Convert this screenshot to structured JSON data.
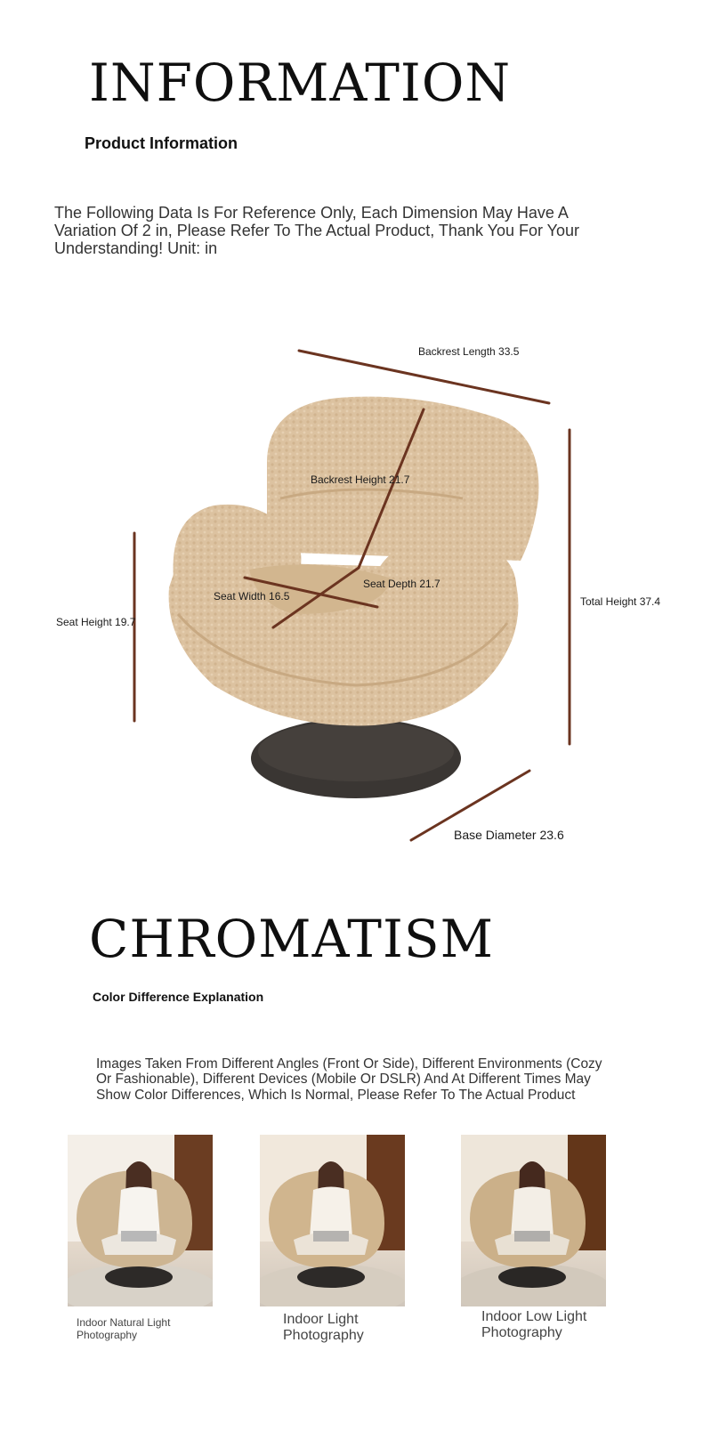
{
  "information": {
    "title": "INFORMATION",
    "subtitle": "Product Information",
    "paragraph": "The Following Data Is For Reference Only, Each Dimension May Have A Variation Of 2 in, Please Refer To The Actual Product, Thank You For Your Understanding! Unit: in"
  },
  "dimensions": {
    "backrest_length": "Backrest Length 33.5",
    "backrest_height": "Backrest Height 21.7",
    "seat_height": "Seat Height 19.7",
    "seat_width": "Seat Width 16.5",
    "seat_depth": "Seat Depth 21.7",
    "total_height": "Total Height 37.4",
    "base_diameter": "Base Diameter 23.6"
  },
  "chromatism": {
    "title": "CHROMATISM",
    "subtitle": "Color Difference Explanation",
    "paragraph": "Images Taken From Different Angles (Front Or Side), Different Environments (Cozy Or Fashionable), Different Devices (Mobile Or DSLR) And At Different Times May Show Color Differences, Which Is Normal, Please Refer To The Actual Product",
    "photos": [
      {
        "caption": "Indoor Natural Light Photography"
      },
      {
        "caption": "Indoor Light Photography"
      },
      {
        "caption": "Indoor Low Light Photography"
      }
    ]
  },
  "colors": {
    "dimension_line": "#6b3420",
    "chair_fabric": "#dcc2a0",
    "chair_base": "#3a3633"
  }
}
